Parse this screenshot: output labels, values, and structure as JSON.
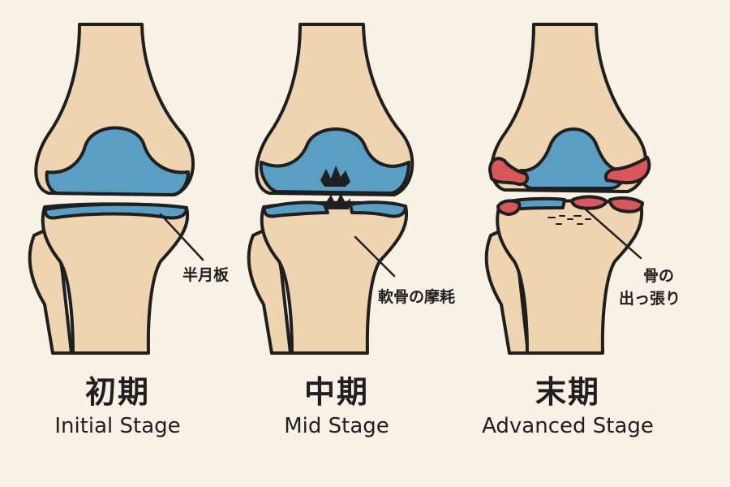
{
  "stages": [
    {
      "jp": "初期",
      "en": "Initial Stage"
    },
    {
      "jp": "中期",
      "en": "Mid Stage"
    },
    {
      "jp": "末期",
      "en": "Advanced Stage"
    }
  ],
  "annotations": {
    "meniscus": "半月板",
    "cartilage_wear": "軟骨の摩耗",
    "bone_spur_line1": "骨の",
    "bone_spur_line2": "出っ張り"
  },
  "colors": {
    "background": "#f8f1e6",
    "bone": "#efd4b2",
    "cartilage": "#5a9fc3",
    "bone_spur": "#d9565a",
    "outline": "#1f1f1f"
  }
}
